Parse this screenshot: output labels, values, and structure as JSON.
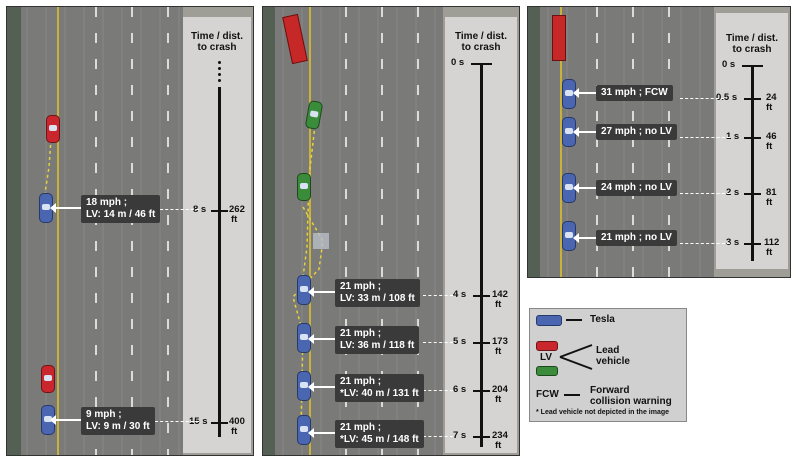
{
  "common": {
    "timeline_title_line1": "Time / dist.",
    "timeline_title_line2": "to crash"
  },
  "panel1": {
    "ticks": [
      {
        "time": "8 s",
        "dist": "262",
        "unit": "ft"
      },
      {
        "time": "15 s",
        "dist": "400",
        "unit": "ft"
      }
    ],
    "labels": [
      {
        "line1": "18 mph ;",
        "line2": "LV: 14 m / 46 ft"
      },
      {
        "line1": "9 mph ;",
        "line2": "LV: 9 m / 30 ft"
      }
    ]
  },
  "panel2": {
    "ticks": [
      {
        "time": "0 s",
        "dist": "",
        "unit": ""
      },
      {
        "time": "4 s",
        "dist": "142",
        "unit": "ft"
      },
      {
        "time": "5 s",
        "dist": "173",
        "unit": "ft"
      },
      {
        "time": "6 s",
        "dist": "204",
        "unit": "ft"
      },
      {
        "time": "7 s",
        "dist": "234",
        "unit": "ft"
      }
    ],
    "labels": [
      {
        "line1": "21 mph ;",
        "line2": "LV: 33 m / 108 ft"
      },
      {
        "line1": "21 mph ;",
        "line2": "LV: 36 m / 118 ft"
      },
      {
        "line1": "21 mph ;",
        "line2": "*LV: 40 m / 131 ft"
      },
      {
        "line1": "21 mph ;",
        "line2": "*LV: 45 m / 148 ft"
      }
    ]
  },
  "panel3": {
    "ticks": [
      {
        "time": "0 s",
        "dist": "",
        "unit": ""
      },
      {
        "time": "0.5 s",
        "dist": "24",
        "unit": "ft"
      },
      {
        "time": "1 s",
        "dist": "46",
        "unit": "ft"
      },
      {
        "time": "2 s",
        "dist": "81",
        "unit": "ft"
      },
      {
        "time": "3 s",
        "dist": "112",
        "unit": "ft"
      }
    ],
    "labels": [
      {
        "text": "31 mph ; FCW"
      },
      {
        "text": "27 mph ; no LV"
      },
      {
        "text": "24 mph ; no LV"
      },
      {
        "text": "21 mph ; no LV"
      }
    ]
  },
  "legend": {
    "tesla": "Tesla",
    "lv": "LV",
    "lead_line1": "Lead",
    "lead_line2": "vehicle",
    "fcw": "FCW",
    "fcw_line1": "Forward",
    "fcw_line2": "collision warning",
    "footnote": "* Lead vehicle not depicted in the image"
  },
  "colors": {
    "tesla": "#4a66b0",
    "lead_red": "#c9272d",
    "lead_green": "#3a8c3a",
    "label_bg": "#3a3a3a",
    "path_dash": "#e6d23c"
  }
}
